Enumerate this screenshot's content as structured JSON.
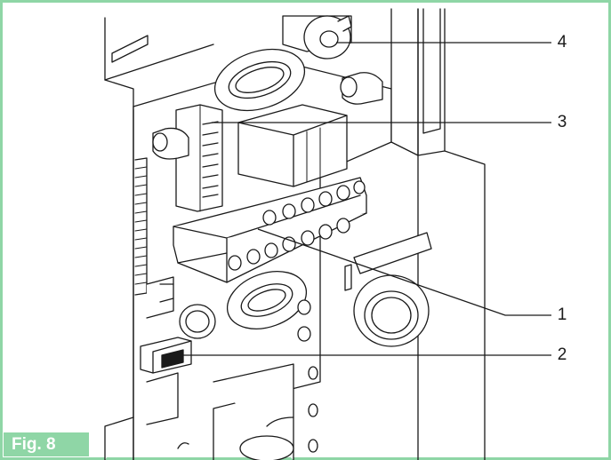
{
  "figure": {
    "label": "Fig. 8",
    "callouts": [
      {
        "id": "1",
        "label": "1"
      },
      {
        "id": "2",
        "label": "2"
      },
      {
        "id": "3",
        "label": "3"
      },
      {
        "id": "4",
        "label": "4"
      }
    ]
  },
  "colors": {
    "frame": "#8fd6a6",
    "label_bg": "#8fd6a6",
    "label_text": "#ffffff",
    "line": "#1a1a1a",
    "fill": "#ffffff"
  }
}
